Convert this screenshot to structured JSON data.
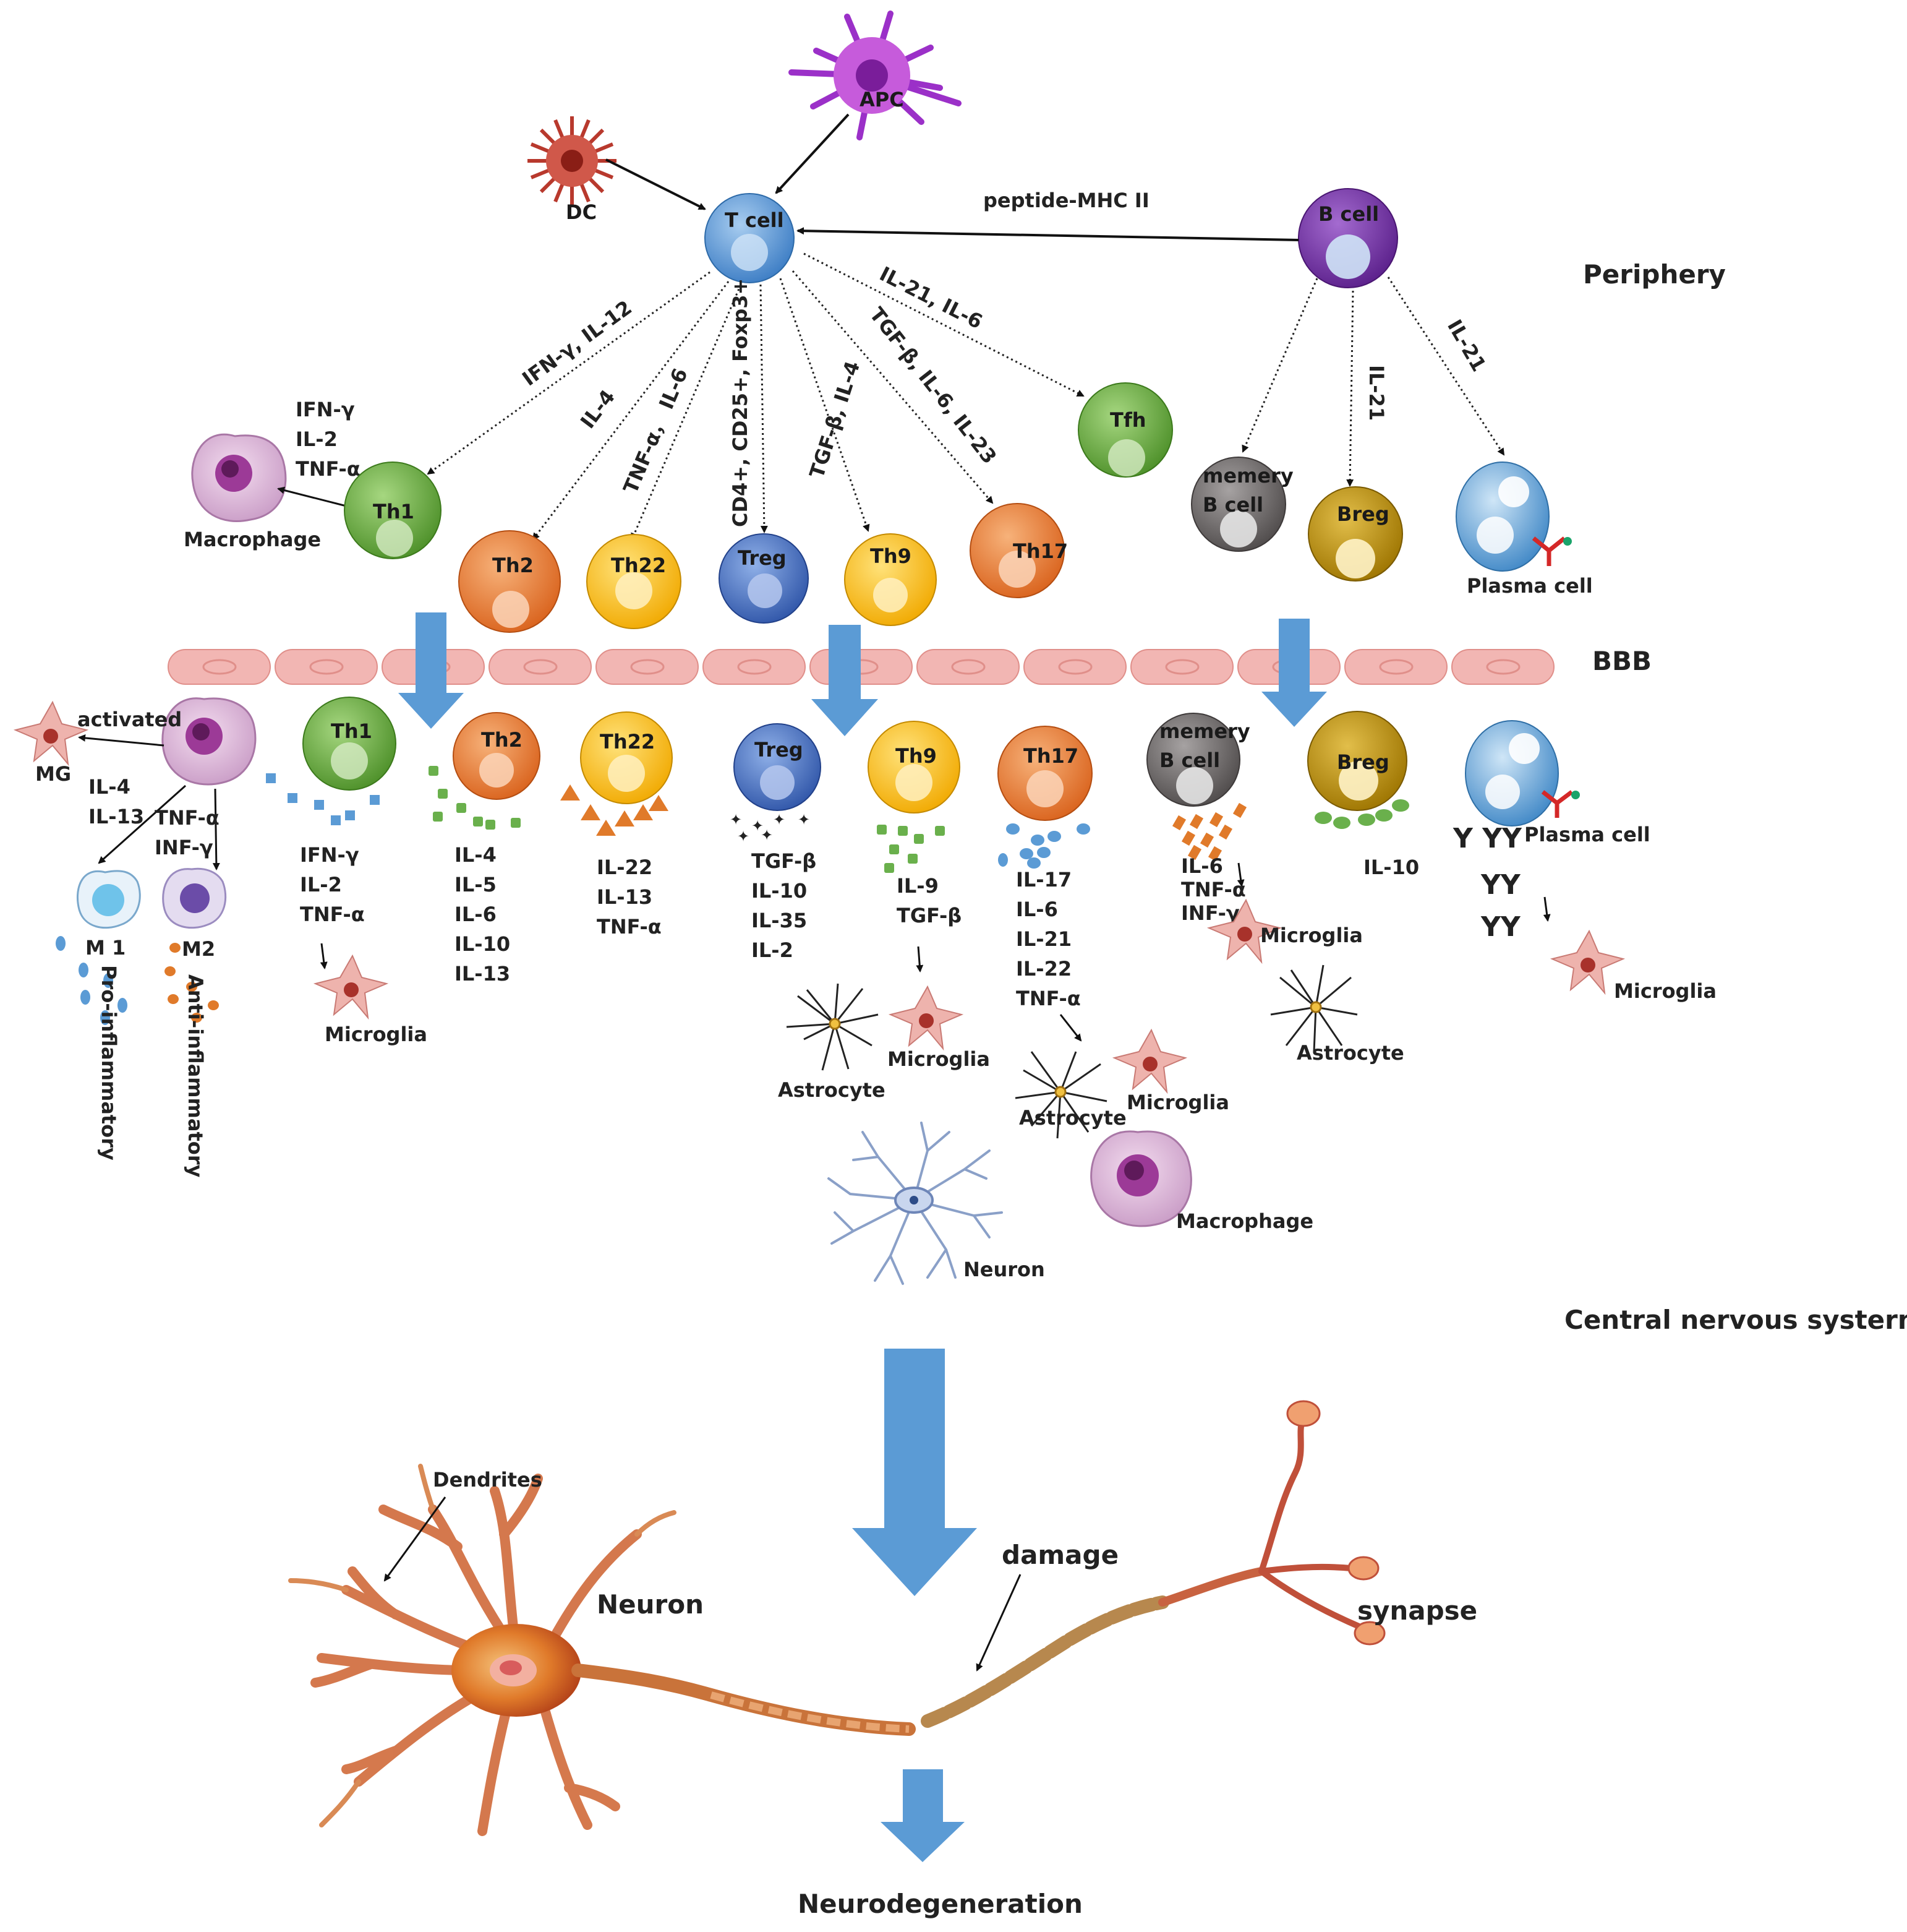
{
  "regions": {
    "periphery": "Periphery",
    "bbb": "BBB",
    "cns": "Central nervous systerm",
    "outcome": "Neurodegeneration"
  },
  "colors": {
    "tcell": "#5b9bd5",
    "bcell": "#7030a0",
    "green": "#5fa33a",
    "orange": "#ed7d31",
    "yellow": "#ffc000",
    "blue": "#4472c4",
    "gray": "#6b6767",
    "gold": "#bf9000",
    "arrow": "#5b9bd5",
    "neuron": "#c0501f"
  },
  "top": {
    "apc": "APC",
    "dc": "DC",
    "tcell": "T cell",
    "bcell": "B cell",
    "mhc": "peptide-MHC II",
    "edges": {
      "th1": "IFN-γ, IL-12",
      "th2": "IL-4",
      "th22": "TNF-α， IL-6",
      "treg": "CD4+, CD25+, Foxp3+",
      "th9": "TGF-β, IL-4",
      "th17": "TGF-β, IL-6, IL-23",
      "tfh": "IL-21, IL-6",
      "breg": "IL-21",
      "plasma": "IL-21"
    },
    "th1_cyto": [
      "IFN-γ",
      "IL-2",
      "TNF-α"
    ],
    "macrophage": "Macrophage",
    "cells": {
      "th1": "Th1",
      "th2": "Th2",
      "th22": "Th22",
      "treg": "Treg",
      "th9": "Th9",
      "th17": "Th17",
      "tfh": "Tfh",
      "memb1": "memery",
      "memb2": "B cell",
      "breg": "Breg",
      "plasma": "Plasma cell"
    }
  },
  "cns": {
    "activated": "activated",
    "mg": "MG",
    "mg_cyto_a": [
      "IL-4",
      "IL-13"
    ],
    "mg_cyto_b": [
      "TNF-α",
      "INF-γ"
    ],
    "m1": "M 1",
    "m2": "M2",
    "pro": "Pro-inflammatory",
    "anti": "Anti-inflammatory",
    "th1": "Th1",
    "th2": "Th2",
    "th22": "Th22",
    "treg": "Treg",
    "th9": "Th9",
    "th17": "Th17",
    "memb1": "memery",
    "memb2": "B cell",
    "breg": "Breg",
    "plasma": "Plasma cell",
    "th1_cyto": [
      "IFN-γ",
      "IL-2",
      "TNF-α"
    ],
    "th2_cyto": [
      "IL-4",
      "IL-5",
      "IL-6",
      "IL-10",
      "IL-13"
    ],
    "th22_cyto": [
      "IL-22",
      "IL-13",
      "TNF-α"
    ],
    "treg_cyto": [
      "TGF-β",
      "IL-10",
      "IL-35",
      "IL-2"
    ],
    "th9_cyto": [
      "IL-9",
      "TGF-β"
    ],
    "th17_cyto": [
      "IL-17",
      "IL-6",
      "IL-21",
      "IL-22",
      "TNF-α"
    ],
    "memb_cyto": [
      "IL-6",
      "TNF-α",
      "INF-γ"
    ],
    "breg_cyto": "IL-10",
    "microglia": "Microglia",
    "astrocyte": "Astrocyte",
    "macrophage": "Macrophage",
    "neuron": "Neuron",
    "antibody_rows": [
      "Y YY",
      "YY",
      "YY"
    ]
  },
  "bottom": {
    "dendrites": "Dendrites",
    "neuron": "Neuron",
    "damage": "damage",
    "synapse": "synapse"
  }
}
